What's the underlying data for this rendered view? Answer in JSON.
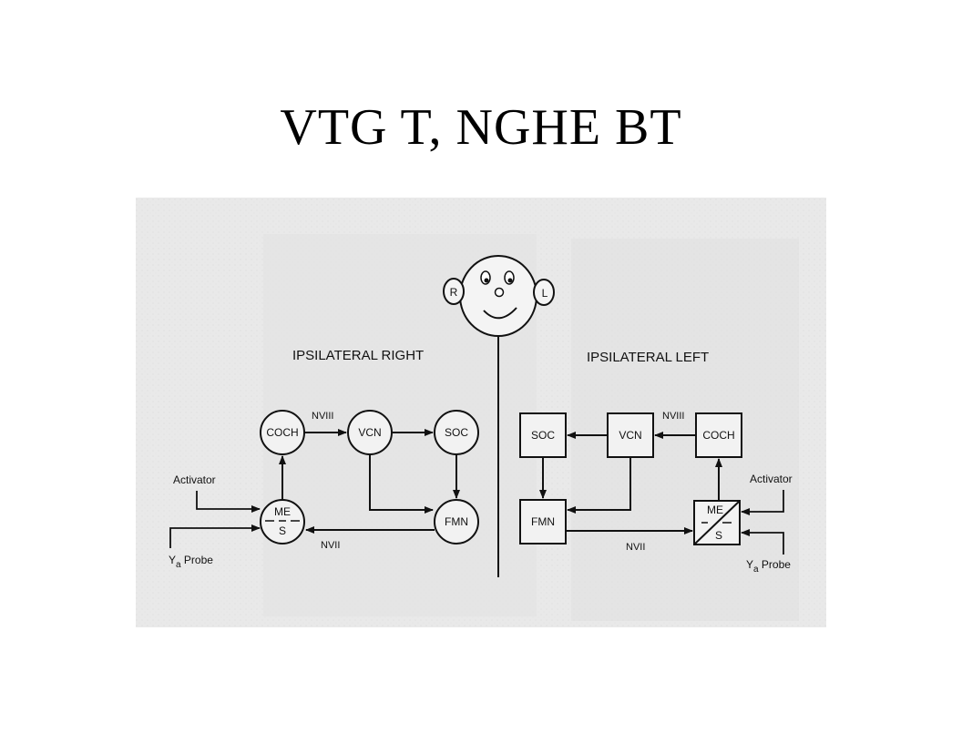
{
  "title": "VTG T, NGHE BT",
  "figure": {
    "head": {
      "right_ear": "R",
      "left_ear": "L"
    },
    "right_side": {
      "heading": "IPSILATERAL RIGHT",
      "nodes": {
        "coch": "COCH",
        "vcn": "VCN",
        "soc": "SOC",
        "fmn": "FMN",
        "me": "ME",
        "s": "S"
      },
      "nerve_viii": "NVIII",
      "nerve_vii": "NVII",
      "activator": "Activator",
      "probe_y": "Y",
      "probe_sub": "a",
      "probe_word": "Probe"
    },
    "left_side": {
      "heading": "IPSILATERAL LEFT",
      "nodes": {
        "soc": "SOC",
        "vcn": "VCN",
        "coch": "COCH",
        "fmn": "FMN",
        "me": "ME",
        "s": "S"
      },
      "nerve_viii": "NVIII",
      "nerve_vii": "NVII",
      "activator": "Activator",
      "probe_y": "Y",
      "probe_sub": "a",
      "probe_word": "Probe"
    }
  }
}
